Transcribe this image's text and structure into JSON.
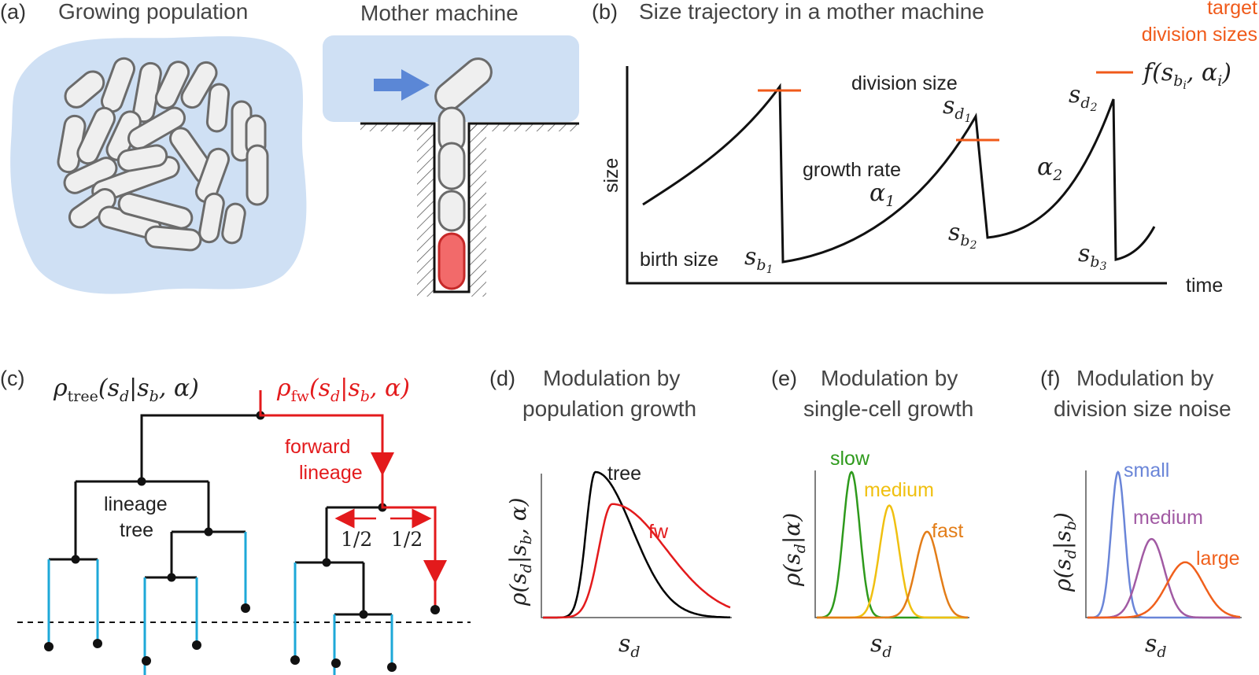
{
  "panels": {
    "a": {
      "label": "(a)",
      "title_left": "Growing population",
      "title_right": "Mother machine"
    },
    "b": {
      "label": "(b)",
      "title": "Size trajectory in a mother machine",
      "target_line1": "target",
      "target_line2": "division sizes",
      "target_formula": "f(s",
      "target_sub_b": "b",
      "target_sub_i": "i",
      "target_formula_tail": ", α",
      "target_sub_alpha_i": "i",
      "target_close": ")",
      "ylabel": "size",
      "xlabel": "time",
      "division_size": "division size",
      "growth_rate": "growth rate",
      "birth_size": "birth size",
      "s": "s",
      "sd1_sub": "d",
      "sd1_subsub": "1",
      "sd2_sub": "d",
      "sd2_subsub": "2",
      "sb1_sub": "b",
      "sb1_subsub": "1",
      "sb2_sub": "b",
      "sb2_subsub": "2",
      "sb3_sub": "b",
      "sb3_subsub": "3",
      "alpha": "α",
      "alpha1_sub": "1",
      "alpha2_sub": "2",
      "colors": {
        "target": "#f05a1a"
      }
    },
    "c": {
      "label": "(c)",
      "rho_tree": "ρ",
      "rho_tree_sub": "tree",
      "rho_tree_args": "(s",
      "rho_tree_sd": "d",
      "rho_tree_mid": "|s",
      "rho_tree_sb": "b",
      "rho_tree_tail": ", α)",
      "rho_fw": "ρ",
      "rho_fw_sub": "fw",
      "rho_fw_args": "(s",
      "rho_fw_sd": "d",
      "rho_fw_mid": "|s",
      "rho_fw_sb": "b",
      "rho_fw_tail": ", α)",
      "forward1": "forward",
      "forward2": "lineage",
      "lineage1": "lineage",
      "lineage2": "tree",
      "half_left": "1/2",
      "half_right": "1/2",
      "colors": {
        "forward": "#e31a1c",
        "leaf": "#1ea8d8"
      }
    },
    "d": {
      "label": "(d)",
      "title1": "Modulation by",
      "title2": "population growth",
      "ylabel": "ρ(s",
      "ylabel_sub": "d",
      "ylabel_tail": "|s",
      "ylabel_sub2": "b",
      "ylabel_tail2": ", α)",
      "xlabel": "s",
      "xlabel_sub": "d",
      "series_tree": "tree",
      "series_fw": "fw"
    },
    "e": {
      "label": "(e)",
      "title1": "Modulation by",
      "title2": "single-cell growth",
      "ylabel": "ρ(s",
      "ylabel_sub": "d",
      "ylabel_tail": "|α)",
      "xlabel": "s",
      "xlabel_sub": "d",
      "slow": "slow",
      "medium": "medium",
      "fast": "fast"
    },
    "f": {
      "label": "(f)",
      "title1": "Modulation by",
      "title2": "division size noise",
      "ylabel": "ρ(s",
      "ylabel_sub": "d",
      "ylabel_tail": "|s",
      "ylabel_sub2": "b",
      "ylabel_tail2": ")",
      "xlabel": "s",
      "xlabel_sub": "d",
      "small": "small",
      "medium": "medium",
      "large": "large"
    }
  },
  "chart_data": [
    {
      "type": "line",
      "panel": "d",
      "series": [
        {
          "name": "tree",
          "color": "#000000",
          "peak_x": 0.28,
          "peak_y": 1.0
        },
        {
          "name": "fw",
          "color": "#e31a1c",
          "peak_x": 0.37,
          "peak_y": 0.78
        }
      ]
    },
    {
      "type": "line",
      "panel": "e",
      "series": [
        {
          "name": "slow",
          "color": "#2e9a1c",
          "peak_x": 0.23,
          "peak_y": 1.0
        },
        {
          "name": "medium",
          "color": "#f0c010",
          "peak_x": 0.48,
          "peak_y": 0.77
        },
        {
          "name": "fast",
          "color": "#e37d18",
          "peak_x": 0.73,
          "peak_y": 0.59
        }
      ]
    },
    {
      "type": "line",
      "panel": "f",
      "series": [
        {
          "name": "small",
          "color": "#6a85d8",
          "peak_x": 0.2,
          "peak_y": 1.0
        },
        {
          "name": "medium",
          "color": "#a15aa3",
          "peak_x": 0.42,
          "peak_y": 0.54
        },
        {
          "name": "large",
          "color": "#f0601c",
          "peak_x": 0.64,
          "peak_y": 0.38
        }
      ]
    }
  ]
}
